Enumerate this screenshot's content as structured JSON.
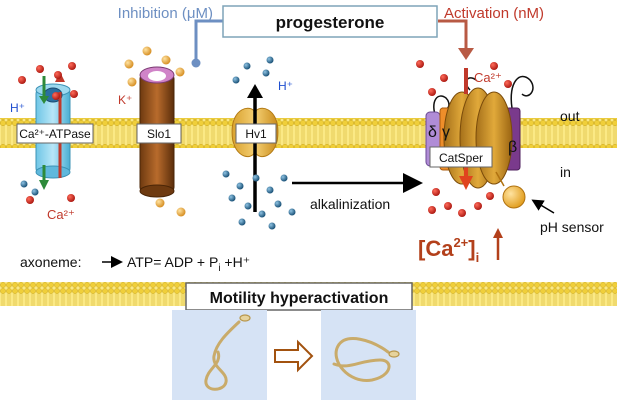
{
  "header": {
    "inhibition": "Inhibition (μM)",
    "progesterone": "progesterone",
    "activation": "Activation (nM)"
  },
  "channels": {
    "atpase": "Ca²⁺-ATPase",
    "slo1": "Slo1",
    "hv1": "Hv1",
    "catsper": "CatSper",
    "delta": "δ",
    "gamma": "γ",
    "beta": "β"
  },
  "ions": {
    "h_atpase": "H⁺",
    "ca_atpase": "Ca²⁺",
    "k": "K⁺",
    "h_hv1": "H⁺",
    "ca_catsper": "Ca²⁺"
  },
  "membrane": {
    "out": "out",
    "in": "in"
  },
  "labels": {
    "alkalinization": "alkalinization",
    "ph_sensor": "pH sensor",
    "ca_main": "[Ca",
    "ca_sup": "2+",
    "ca_bracket": "]",
    "ca_sub": "i",
    "axoneme_prefix": "axoneme:",
    "equation_main": "ATP= ADP + P",
    "equation_sub": "i",
    "equation_tail": " +H⁺",
    "motility": "Motility hyperactivation"
  },
  "colors": {
    "inhibition": "#6d8fc2",
    "activation": "#c0392b",
    "membrane": "#f2d64b",
    "ca_dot": "#c0201a",
    "k_dot": "#e8a93a",
    "h_dot": "#1f5f88",
    "ca_text": "#b3401b"
  }
}
